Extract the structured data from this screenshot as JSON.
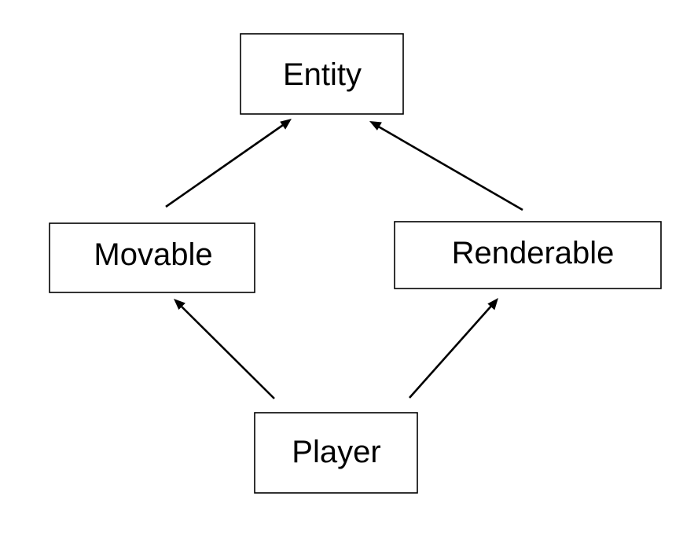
{
  "diagram": {
    "nodes": [
      {
        "id": "entity",
        "label": "Entity"
      },
      {
        "id": "movable",
        "label": "Movable"
      },
      {
        "id": "renderable",
        "label": "Renderable"
      },
      {
        "id": "player",
        "label": "Player"
      }
    ],
    "edges": [
      {
        "from": "movable",
        "to": "entity"
      },
      {
        "from": "renderable",
        "to": "entity"
      },
      {
        "from": "player",
        "to": "movable"
      },
      {
        "from": "player",
        "to": "renderable"
      }
    ],
    "colors": {
      "stroke": "#000000",
      "background": "#ffffff"
    }
  }
}
